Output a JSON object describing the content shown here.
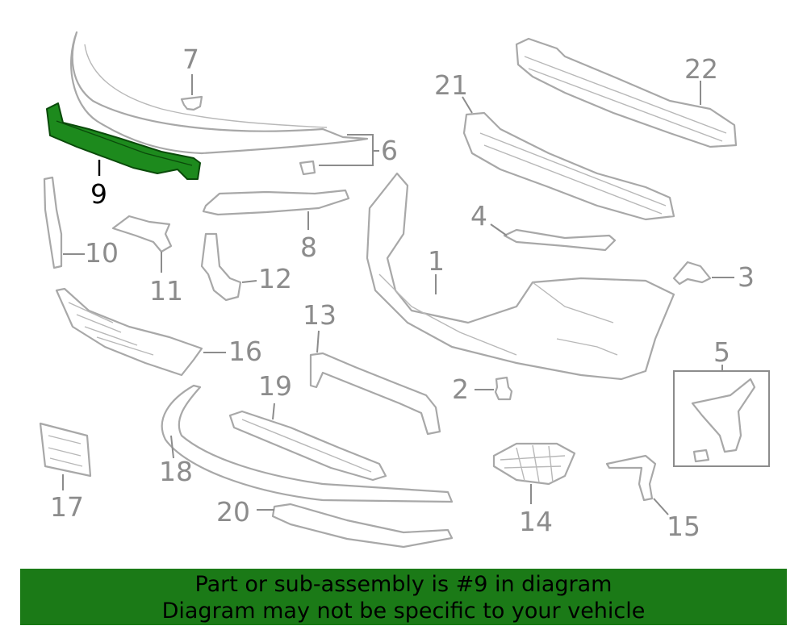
{
  "diagram": {
    "highlight_color": "#1d8a1d",
    "banner_color": "#1b7a17",
    "callouts": [
      {
        "id": "c1",
        "label": "1"
      },
      {
        "id": "c2",
        "label": "2"
      },
      {
        "id": "c3",
        "label": "3"
      },
      {
        "id": "c4",
        "label": "4"
      },
      {
        "id": "c5",
        "label": "5"
      },
      {
        "id": "c6",
        "label": "6"
      },
      {
        "id": "c7",
        "label": "7"
      },
      {
        "id": "c8",
        "label": "8"
      },
      {
        "id": "c9",
        "label": "9"
      },
      {
        "id": "c10",
        "label": "10"
      },
      {
        "id": "c11",
        "label": "11"
      },
      {
        "id": "c12",
        "label": "12"
      },
      {
        "id": "c13",
        "label": "13"
      },
      {
        "id": "c14",
        "label": "14"
      },
      {
        "id": "c15",
        "label": "15"
      },
      {
        "id": "c16",
        "label": "16"
      },
      {
        "id": "c17",
        "label": "17"
      },
      {
        "id": "c18",
        "label": "18"
      },
      {
        "id": "c19",
        "label": "19"
      },
      {
        "id": "c20",
        "label": "20"
      },
      {
        "id": "c21",
        "label": "21"
      },
      {
        "id": "c22",
        "label": "22"
      }
    ]
  },
  "banner": {
    "line1": "Part or sub-assembly is #9 in diagram",
    "line2": "Diagram may not be specific to your vehicle"
  }
}
